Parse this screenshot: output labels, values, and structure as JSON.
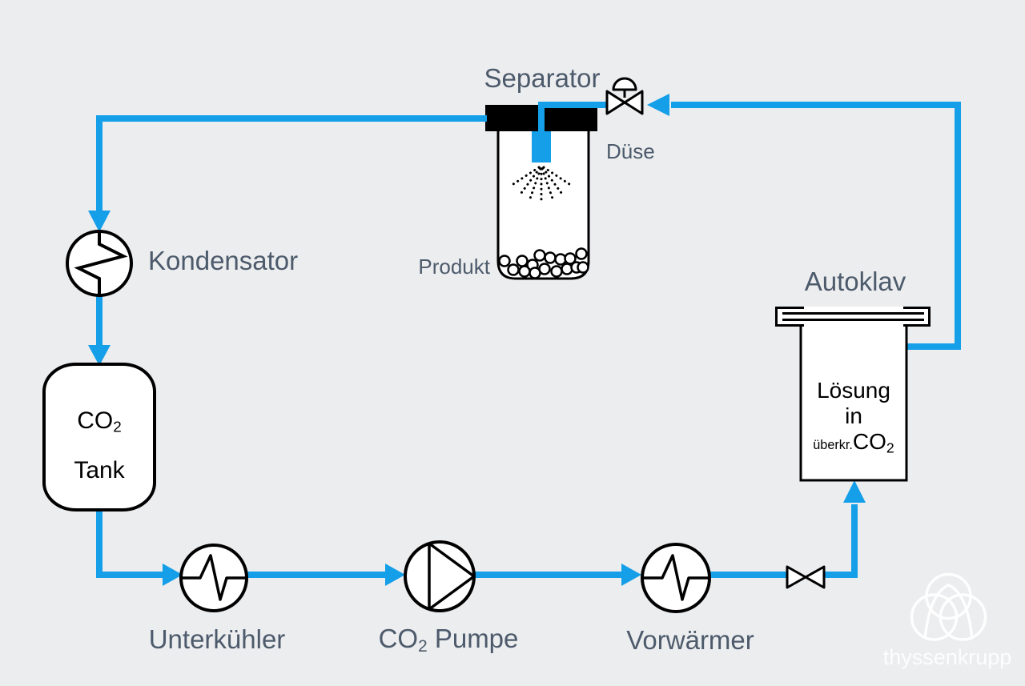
{
  "colors": {
    "background": "#ECEDEF",
    "pipe": "#149FE8",
    "label": "#4C5A6B",
    "black": "#000000",
    "white": "#FFFFFF"
  },
  "diagram": {
    "labels": {
      "separator": "Separator",
      "duese": "Düse",
      "produkt": "Produkt",
      "kondensator": "Kondensator",
      "unterkuehler": "Unterkühler",
      "vorwaermer": "Vorwärmer",
      "autoklav": "Autoklav"
    },
    "pumpe": {
      "co": "CO",
      "sub": "2",
      "rest": " Pumpe"
    },
    "tank": {
      "co": "CO",
      "sub": "2",
      "line2": "Tank"
    },
    "autoklav_content": {
      "line1": "Lösung",
      "line2": "in",
      "small": "überkr.",
      "co": "CO",
      "sub": "2"
    },
    "icons": {
      "heat-exchanger-icon": "circle-with-zigzag",
      "pump-icon": "circle-with-triangle",
      "valve-icon": "bowtie",
      "control-valve-icon": "bowtie-with-dome-actuator",
      "spray-icon": "dotted-spray-cone",
      "product-particles-icon": "small-circles"
    }
  },
  "logo": {
    "brand": "thyssenkrupp"
  }
}
